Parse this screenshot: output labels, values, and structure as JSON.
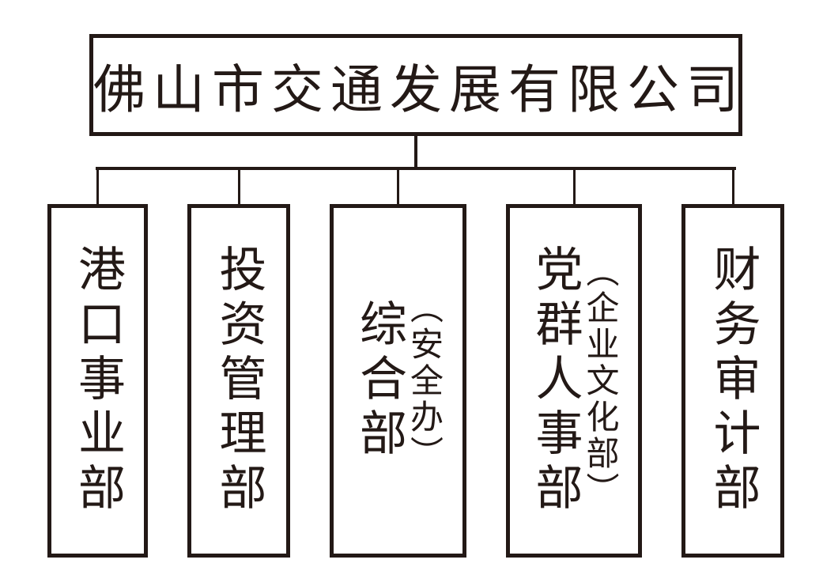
{
  "org_chart": {
    "root": {
      "name": "佛山市交通发展有限公司"
    },
    "departments": [
      {
        "name": "港口事业部"
      },
      {
        "name": "投资管理部"
      },
      {
        "name": "综合部",
        "subname": "（安全办）"
      },
      {
        "name": "党群人事部",
        "subname": "（企业文化部）"
      },
      {
        "name": "财务审计部"
      }
    ]
  },
  "colors": {
    "line": "#231916",
    "background": "#ffffff"
  }
}
